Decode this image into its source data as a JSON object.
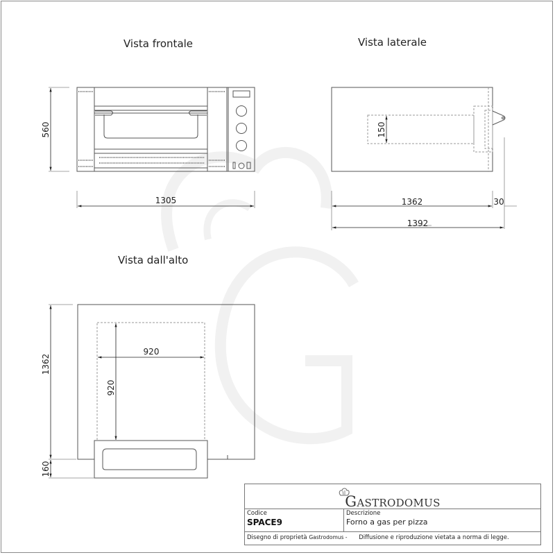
{
  "views": {
    "front": {
      "title": "Vista frontale",
      "width_dim": "1305",
      "height_dim": "560"
    },
    "side": {
      "title": "Vista laterale",
      "depth_dim": "1362",
      "overall_dim": "1392",
      "handle_dim": "30",
      "flue_dim": "150"
    },
    "top": {
      "title": "Vista dall'alto",
      "depth_dim": "1362",
      "door_dim": "160",
      "chamber_width_dim": "920",
      "chamber_depth_dim": "920"
    }
  },
  "title_block": {
    "logo_icon": "chef-hat-icon",
    "brand": "Gastrodomus",
    "brand_first_letter": "G",
    "brand_rest": "ASTRODOMUS",
    "code_label": "Codice",
    "code_value": "SPACE9",
    "description_label": "Descrizione",
    "description_value": "Forno a gas per pizza",
    "footer_prefix": "Disegno di proprietà",
    "footer_company": "Gastrodomus -",
    "footer_notice": "Diffusione e riproduzione vietata a norma di legge."
  },
  "watermark": {
    "icon": "gastrodomus-watermark-icon",
    "color": "#f4f4f4"
  },
  "colors": {
    "line": "#555555",
    "dashed": "#8a8a8a",
    "frame": "#8a8a8a"
  }
}
